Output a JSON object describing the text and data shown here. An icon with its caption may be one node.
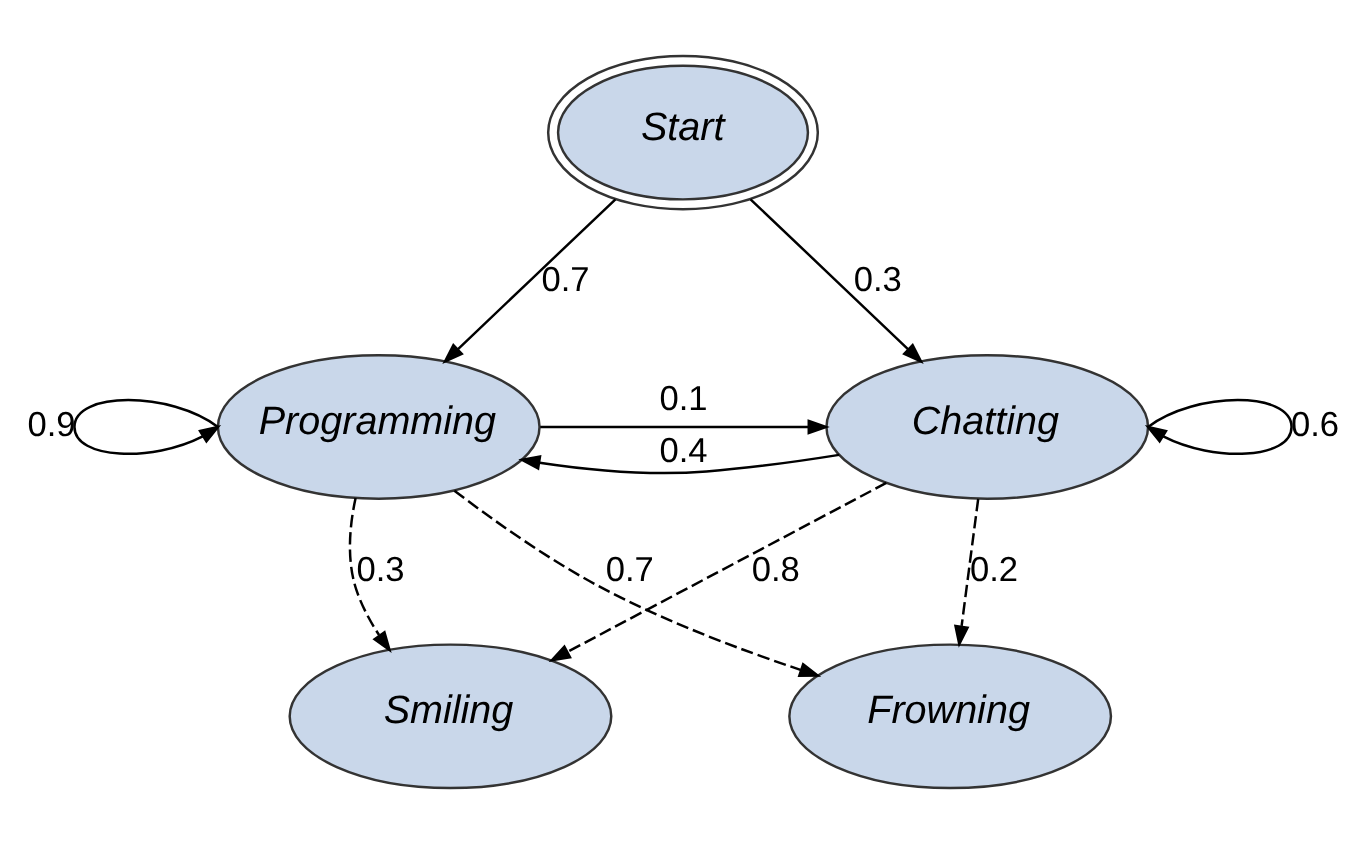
{
  "diagram": {
    "nodes": [
      {
        "text": [
          "Start"
        ]
      },
      {
        "text": [
          "Programming"
        ]
      },
      {
        "text": [
          "Chatting"
        ]
      },
      {
        "text": [
          "Smiling"
        ]
      },
      {
        "text": [
          "Frowning"
        ]
      }
    ],
    "edges": [
      {
        "from": 0,
        "to": 1,
        "arrow": "to",
        "label": "0.7"
      },
      {
        "from": 0,
        "to": 2,
        "arrow": "to",
        "label": "0.3"
      },
      {
        "from": 1,
        "to": 2,
        "arrow": "to",
        "label": "0.1"
      },
      {
        "from": 2,
        "to": 1,
        "arrow": "to",
        "label": "0.4"
      },
      {
        "from": 1,
        "to": 1,
        "arrow": "to",
        "label": "0.9"
      },
      {
        "from": 2,
        "to": 2,
        "arrow": "to",
        "label": "0.6"
      },
      {
        "from": 1,
        "to": 3,
        "arrow": "to",
        "label": "0.3",
        "style": "dashed"
      },
      {
        "from": 1,
        "to": 4,
        "arrow": "to",
        "label": "0.7",
        "style": "dashed"
      },
      {
        "from": 2,
        "to": 3,
        "arrow": "to",
        "label": "0.8",
        "style": "dashed"
      },
      {
        "from": 2,
        "to": 4,
        "arrow": "to",
        "label": "0.2",
        "style": "dashed"
      }
    ]
  }
}
